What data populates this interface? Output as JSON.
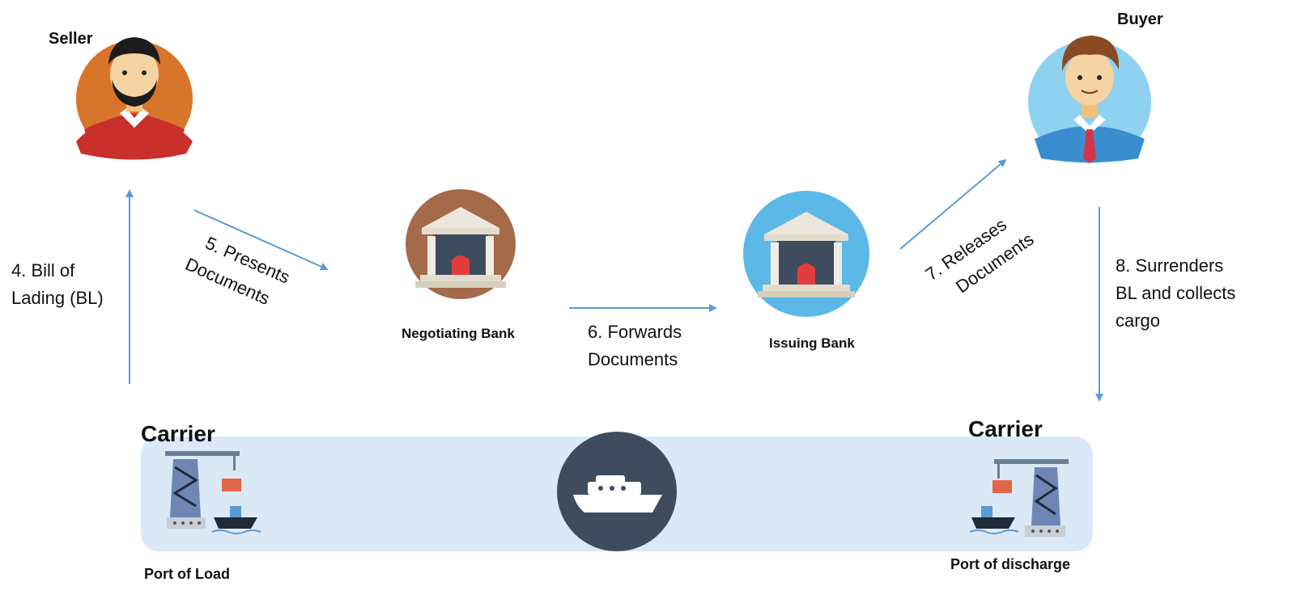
{
  "seller": {
    "label": "Seller"
  },
  "buyer": {
    "label": "Buyer"
  },
  "negotiating_bank": {
    "label": "Negotiating Bank"
  },
  "issuing_bank": {
    "label": "Issuing Bank"
  },
  "steps": {
    "step4": [
      "4. Bill of",
      "Lading (BL)"
    ],
    "step5": [
      "5. Presents",
      "Documents"
    ],
    "step6": [
      "6. Forwards",
      "Documents"
    ],
    "step7": [
      "7. Releases",
      "Documents"
    ],
    "step8": [
      "8. Surrenders",
      "BL and collects",
      "cargo"
    ]
  },
  "carrier_load": {
    "label": "Carrier",
    "port": "Port of Load"
  },
  "carrier_discharge": {
    "label": "Carrier",
    "port": "Port of discharge"
  },
  "colors": {
    "arrow": "#5b9bd5",
    "seller_bg": "#d9752a",
    "seller_shirt": "#c9302c",
    "buyer_bg": "#8fd1f0",
    "negotiating_bank_bg": "#a56a4a",
    "issuing_bank_bg": "#5cb8e6",
    "sea_band": "#dbe8f6",
    "ship_circle": "#3e4c5e"
  }
}
